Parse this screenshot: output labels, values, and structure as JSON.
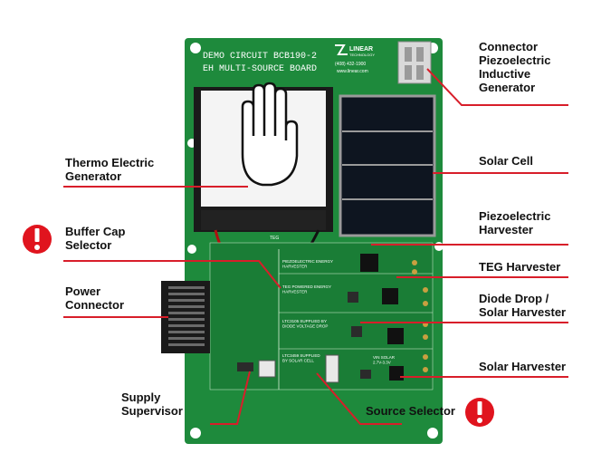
{
  "board": {
    "title_line1": "DEMO CIRCUIT BCB190-2",
    "title_line2": "EH MULTI-SOURCE BOARD",
    "brand": "LINEAR",
    "brand_sub": "TECHNOLOGY",
    "phone": "(408) 432-1900",
    "website": "www.linear.com",
    "teg_label": "TEG",
    "piezo_energy_label": "PIEZOELECTRIC ENERGY\nHARVESTER",
    "teg_powered_label": "TEG POWERED ENERGY\nHARVESTER",
    "ltc3105_label": "LTC3105 SUPPLIED BY\nDIODE VOLTAGE DROP",
    "ltc3459_label": "LTC3459 SUPPLIED\nBY SOLAR CELL",
    "vin_solar_label": "VIN SOLAR\n2.7V-3.3V"
  },
  "callouts": [
    {
      "id": "connector",
      "text": "Connector\nPiezoelectric\nInductive\nGenerator",
      "side": "right",
      "alert": false
    },
    {
      "id": "teg",
      "text": "Thermo Electric\nGenerator",
      "side": "left",
      "alert": false
    },
    {
      "id": "solar-cell",
      "text": "Solar Cell",
      "side": "right",
      "alert": false
    },
    {
      "id": "buffer-cap",
      "text": "Buffer Cap\nSelector",
      "side": "left",
      "alert": true
    },
    {
      "id": "piezo-harvester",
      "text": "Piezoelectric\nHarvester",
      "side": "right",
      "alert": false
    },
    {
      "id": "teg-harvester",
      "text": "TEG Harvester",
      "side": "right",
      "alert": false
    },
    {
      "id": "power-connector",
      "text": "Power\nConnector",
      "side": "left",
      "alert": false
    },
    {
      "id": "diode-drop",
      "text": "Diode Drop /\nSolar Harvester",
      "side": "right",
      "alert": false
    },
    {
      "id": "solar-harvester",
      "text": "Solar Harvester",
      "side": "right",
      "alert": false
    },
    {
      "id": "supply-supervisor",
      "text": "Supply\nSupervisor",
      "side": "left",
      "alert": false
    },
    {
      "id": "source-selector",
      "text": "Source Selector",
      "side": "bottom",
      "alert": true
    }
  ],
  "colors": {
    "board": "#1e8a3c",
    "board_dark": "#146a2c",
    "leader": "#d81e2a",
    "alert": "#e0141e",
    "solar": "#1c2430",
    "teg_white": "#f4f4f4"
  },
  "icons": {
    "alert": "exclamation-alert-icon",
    "hand": "hand-icon",
    "logo": "linear-logo-icon"
  }
}
